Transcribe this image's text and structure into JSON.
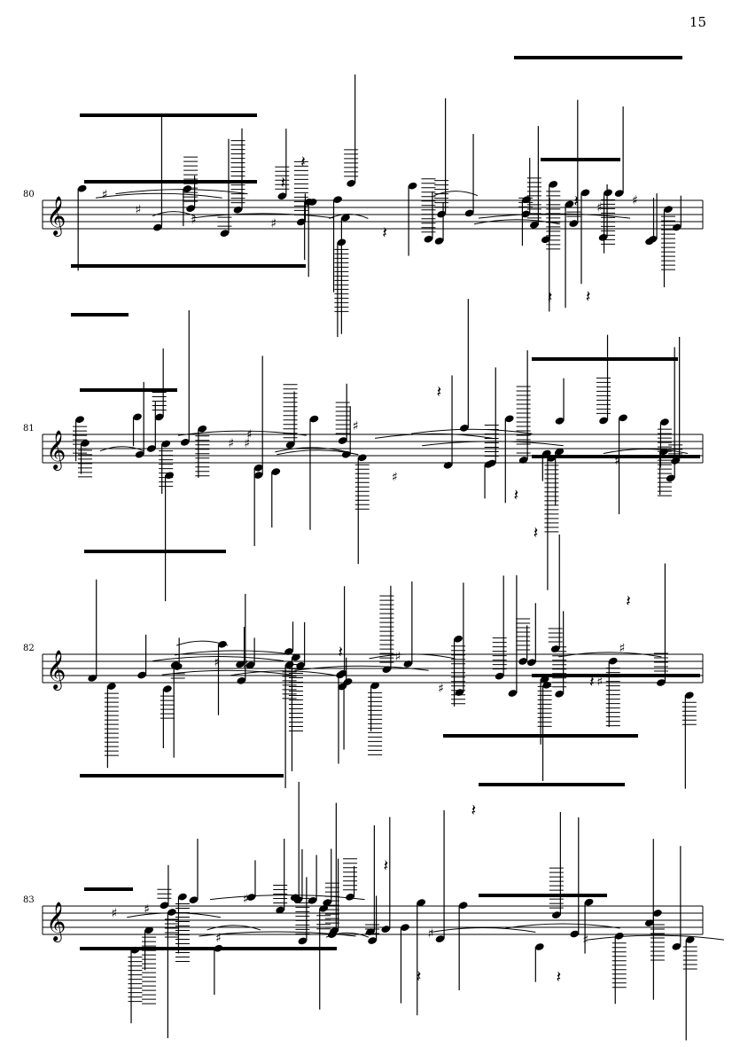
{
  "page": {
    "number": "15"
  },
  "systems": [
    {
      "measure": "80"
    },
    {
      "measure": "81"
    },
    {
      "measure": "82"
    },
    {
      "measure": "83"
    }
  ],
  "colors": {
    "ink": "#000000",
    "paper": "#ffffff"
  }
}
